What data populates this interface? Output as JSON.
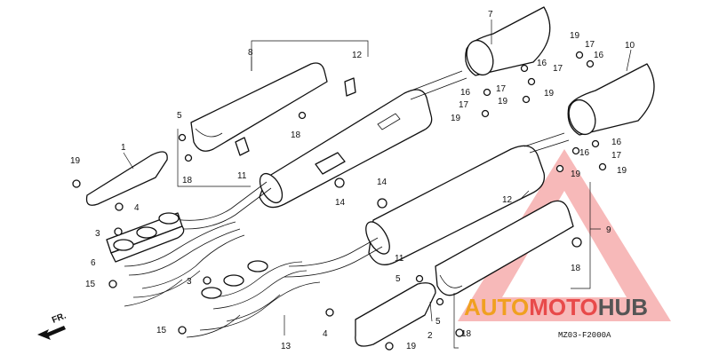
{
  "diagram": {
    "code": "MZ03-F2000A",
    "direction_label": "FR.",
    "callouts": [
      {
        "id": "c1",
        "text": "1"
      },
      {
        "id": "c2",
        "text": "2"
      },
      {
        "id": "c3a",
        "text": "3"
      },
      {
        "id": "c3b",
        "text": "3"
      },
      {
        "id": "c4a",
        "text": "4"
      },
      {
        "id": "c4b",
        "text": "4"
      },
      {
        "id": "c5a",
        "text": "5"
      },
      {
        "id": "c5b",
        "text": "5"
      },
      {
        "id": "c5c",
        "text": "5"
      },
      {
        "id": "c6",
        "text": "6"
      },
      {
        "id": "c7",
        "text": "7"
      },
      {
        "id": "c8",
        "text": "8"
      },
      {
        "id": "c9",
        "text": "9"
      },
      {
        "id": "c10",
        "text": "10"
      },
      {
        "id": "c11a",
        "text": "11"
      },
      {
        "id": "c11b",
        "text": "11"
      },
      {
        "id": "c12a",
        "text": "12"
      },
      {
        "id": "c12b",
        "text": "12"
      },
      {
        "id": "c13",
        "text": "13"
      },
      {
        "id": "c14a",
        "text": "14"
      },
      {
        "id": "c14b",
        "text": "14"
      },
      {
        "id": "c15a",
        "text": "15"
      },
      {
        "id": "c15b",
        "text": "15"
      },
      {
        "id": "c16a",
        "text": "16"
      },
      {
        "id": "c16b",
        "text": "16"
      },
      {
        "id": "c16c",
        "text": "16"
      },
      {
        "id": "c16d",
        "text": "16"
      },
      {
        "id": "c16e",
        "text": "16"
      },
      {
        "id": "c17a",
        "text": "17"
      },
      {
        "id": "c17b",
        "text": "17"
      },
      {
        "id": "c17c",
        "text": "17"
      },
      {
        "id": "c17d",
        "text": "17"
      },
      {
        "id": "c17e",
        "text": "17"
      },
      {
        "id": "c18a",
        "text": "18"
      },
      {
        "id": "c18b",
        "text": "18"
      },
      {
        "id": "c18c",
        "text": "18"
      },
      {
        "id": "c18d",
        "text": "18"
      },
      {
        "id": "c19a",
        "text": "19"
      },
      {
        "id": "c19b",
        "text": "19"
      },
      {
        "id": "c19c",
        "text": "19"
      },
      {
        "id": "c19d",
        "text": "19"
      },
      {
        "id": "c19e",
        "text": "19"
      },
      {
        "id": "c19f",
        "text": "19"
      },
      {
        "id": "c19g",
        "text": "19"
      },
      {
        "id": "c19h",
        "text": "19"
      }
    ]
  },
  "watermark": {
    "part1": "AUTO",
    "part2": "MOTO",
    "part3": "HUB",
    "color1": "#f0a020",
    "color2": "#e84a4a",
    "color3": "#555555"
  }
}
